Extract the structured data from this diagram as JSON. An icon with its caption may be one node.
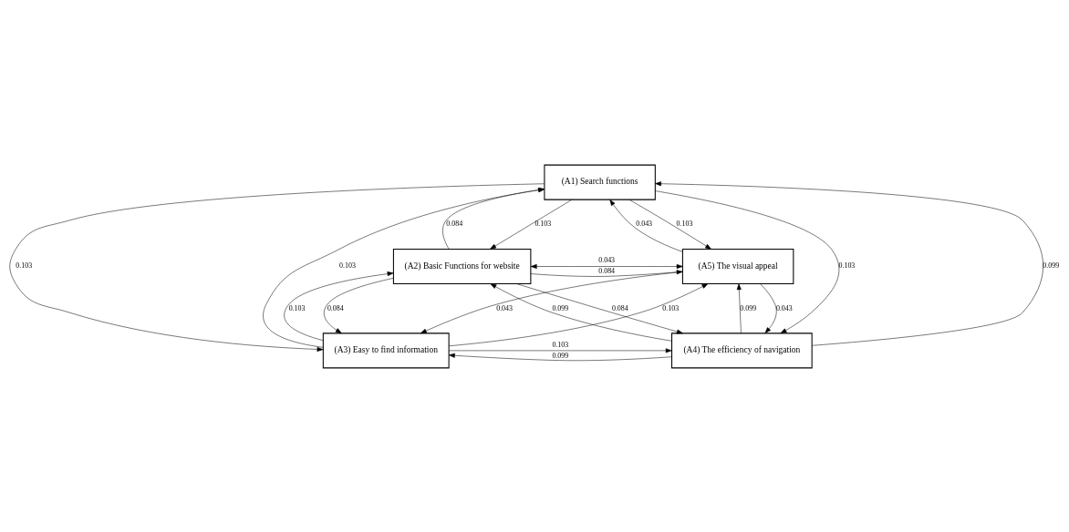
{
  "diagram": {
    "nodes": [
      {
        "text": [
          "(A1) Search functions"
        ]
      },
      {
        "text": [
          "(A2) Basic Functions for website"
        ]
      },
      {
        "text": [
          "(A5) The visual appeal"
        ]
      },
      {
        "text": [
          "(A3) Easy to find information"
        ]
      },
      {
        "text": [
          "(A4) The efficiency of navigation"
        ]
      }
    ],
    "edges": [
      {
        "from": 1,
        "to": 0,
        "arrow": "to",
        "label": "0.084"
      },
      {
        "from": 0,
        "to": 1,
        "arrow": "to",
        "label": "0.103"
      },
      {
        "from": 0,
        "to": 2,
        "arrow": "to",
        "label": "0.103"
      },
      {
        "from": 1,
        "to": 2,
        "arrow": "both",
        "label": "0.043"
      },
      {
        "from": 1,
        "to": 2,
        "arrow": "to",
        "label": "0.084"
      },
      {
        "from": 0,
        "to": 3,
        "arrow": "to",
        "label": "0.103"
      },
      {
        "from": 3,
        "to": 0,
        "arrow": "to",
        "label": "0.103"
      },
      {
        "from": 4,
        "to": 0,
        "arrow": "to",
        "label": "0.099"
      },
      {
        "from": 2,
        "to": 0,
        "arrow": "to",
        "label": "0.043"
      },
      {
        "from": 0,
        "to": 4,
        "arrow": "to",
        "label": "0.103"
      },
      {
        "from": 4,
        "to": 2,
        "arrow": "to",
        "label": "0.099"
      },
      {
        "from": 2,
        "to": 4,
        "arrow": "to",
        "label": "0.043"
      },
      {
        "from": 2,
        "to": 3,
        "arrow": "to",
        "label": "0.043"
      },
      {
        "from": 1,
        "to": 3,
        "arrow": "to",
        "label": "0.084"
      },
      {
        "from": 1,
        "to": 4,
        "arrow": "to",
        "label": "0.084"
      },
      {
        "from": 4,
        "to": 1,
        "arrow": "to",
        "label": "0.099"
      },
      {
        "from": 3,
        "to": 1,
        "arrow": "to",
        "label": "0.103"
      },
      {
        "from": 3,
        "to": 2,
        "arrow": "to",
        "label": "0.103"
      },
      {
        "from": 3,
        "to": 4,
        "arrow": "to",
        "label": "0.103"
      },
      {
        "from": 4,
        "to": 3,
        "arrow": "to",
        "label": "0.099"
      }
    ]
  }
}
